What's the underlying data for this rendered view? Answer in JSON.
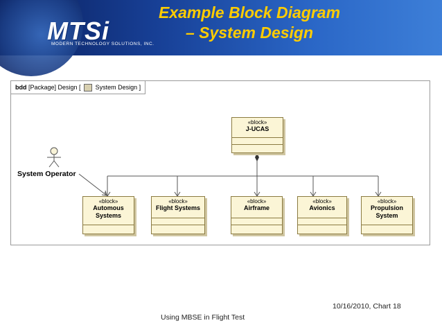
{
  "header": {
    "logo_text": "MTSi",
    "logo_subtitle": "MODERN TECHNOLOGY SOLUTIONS, INC.",
    "title_line1": "Example Block Diagram",
    "title_line2": "– System Design"
  },
  "diagram": {
    "frame_kind": "bdd",
    "frame_text": "[Package] Design [",
    "frame_name": "System Design",
    "frame_close": "]",
    "actor": "System Operator",
    "root_block": {
      "stereotype": "«block»",
      "name": "J-UCAS"
    },
    "blocks": [
      {
        "stereotype": "«block»",
        "name": "Automous Systems"
      },
      {
        "stereotype": "«block»",
        "name": "Flight Systems"
      },
      {
        "stereotype": "«block»",
        "name": "Airframe"
      },
      {
        "stereotype": "«block»",
        "name": "Avionics"
      },
      {
        "stereotype": "«block»",
        "name": "Propulsion System"
      }
    ]
  },
  "footer": {
    "left": "Using MBSE in Flight Test",
    "right": "10/16/2010,  Chart 18"
  },
  "colors": {
    "header_bg": "#173f95",
    "title": "#ffcc00",
    "block_fill": "#fbf5d6",
    "block_border": "#8a7a40"
  }
}
